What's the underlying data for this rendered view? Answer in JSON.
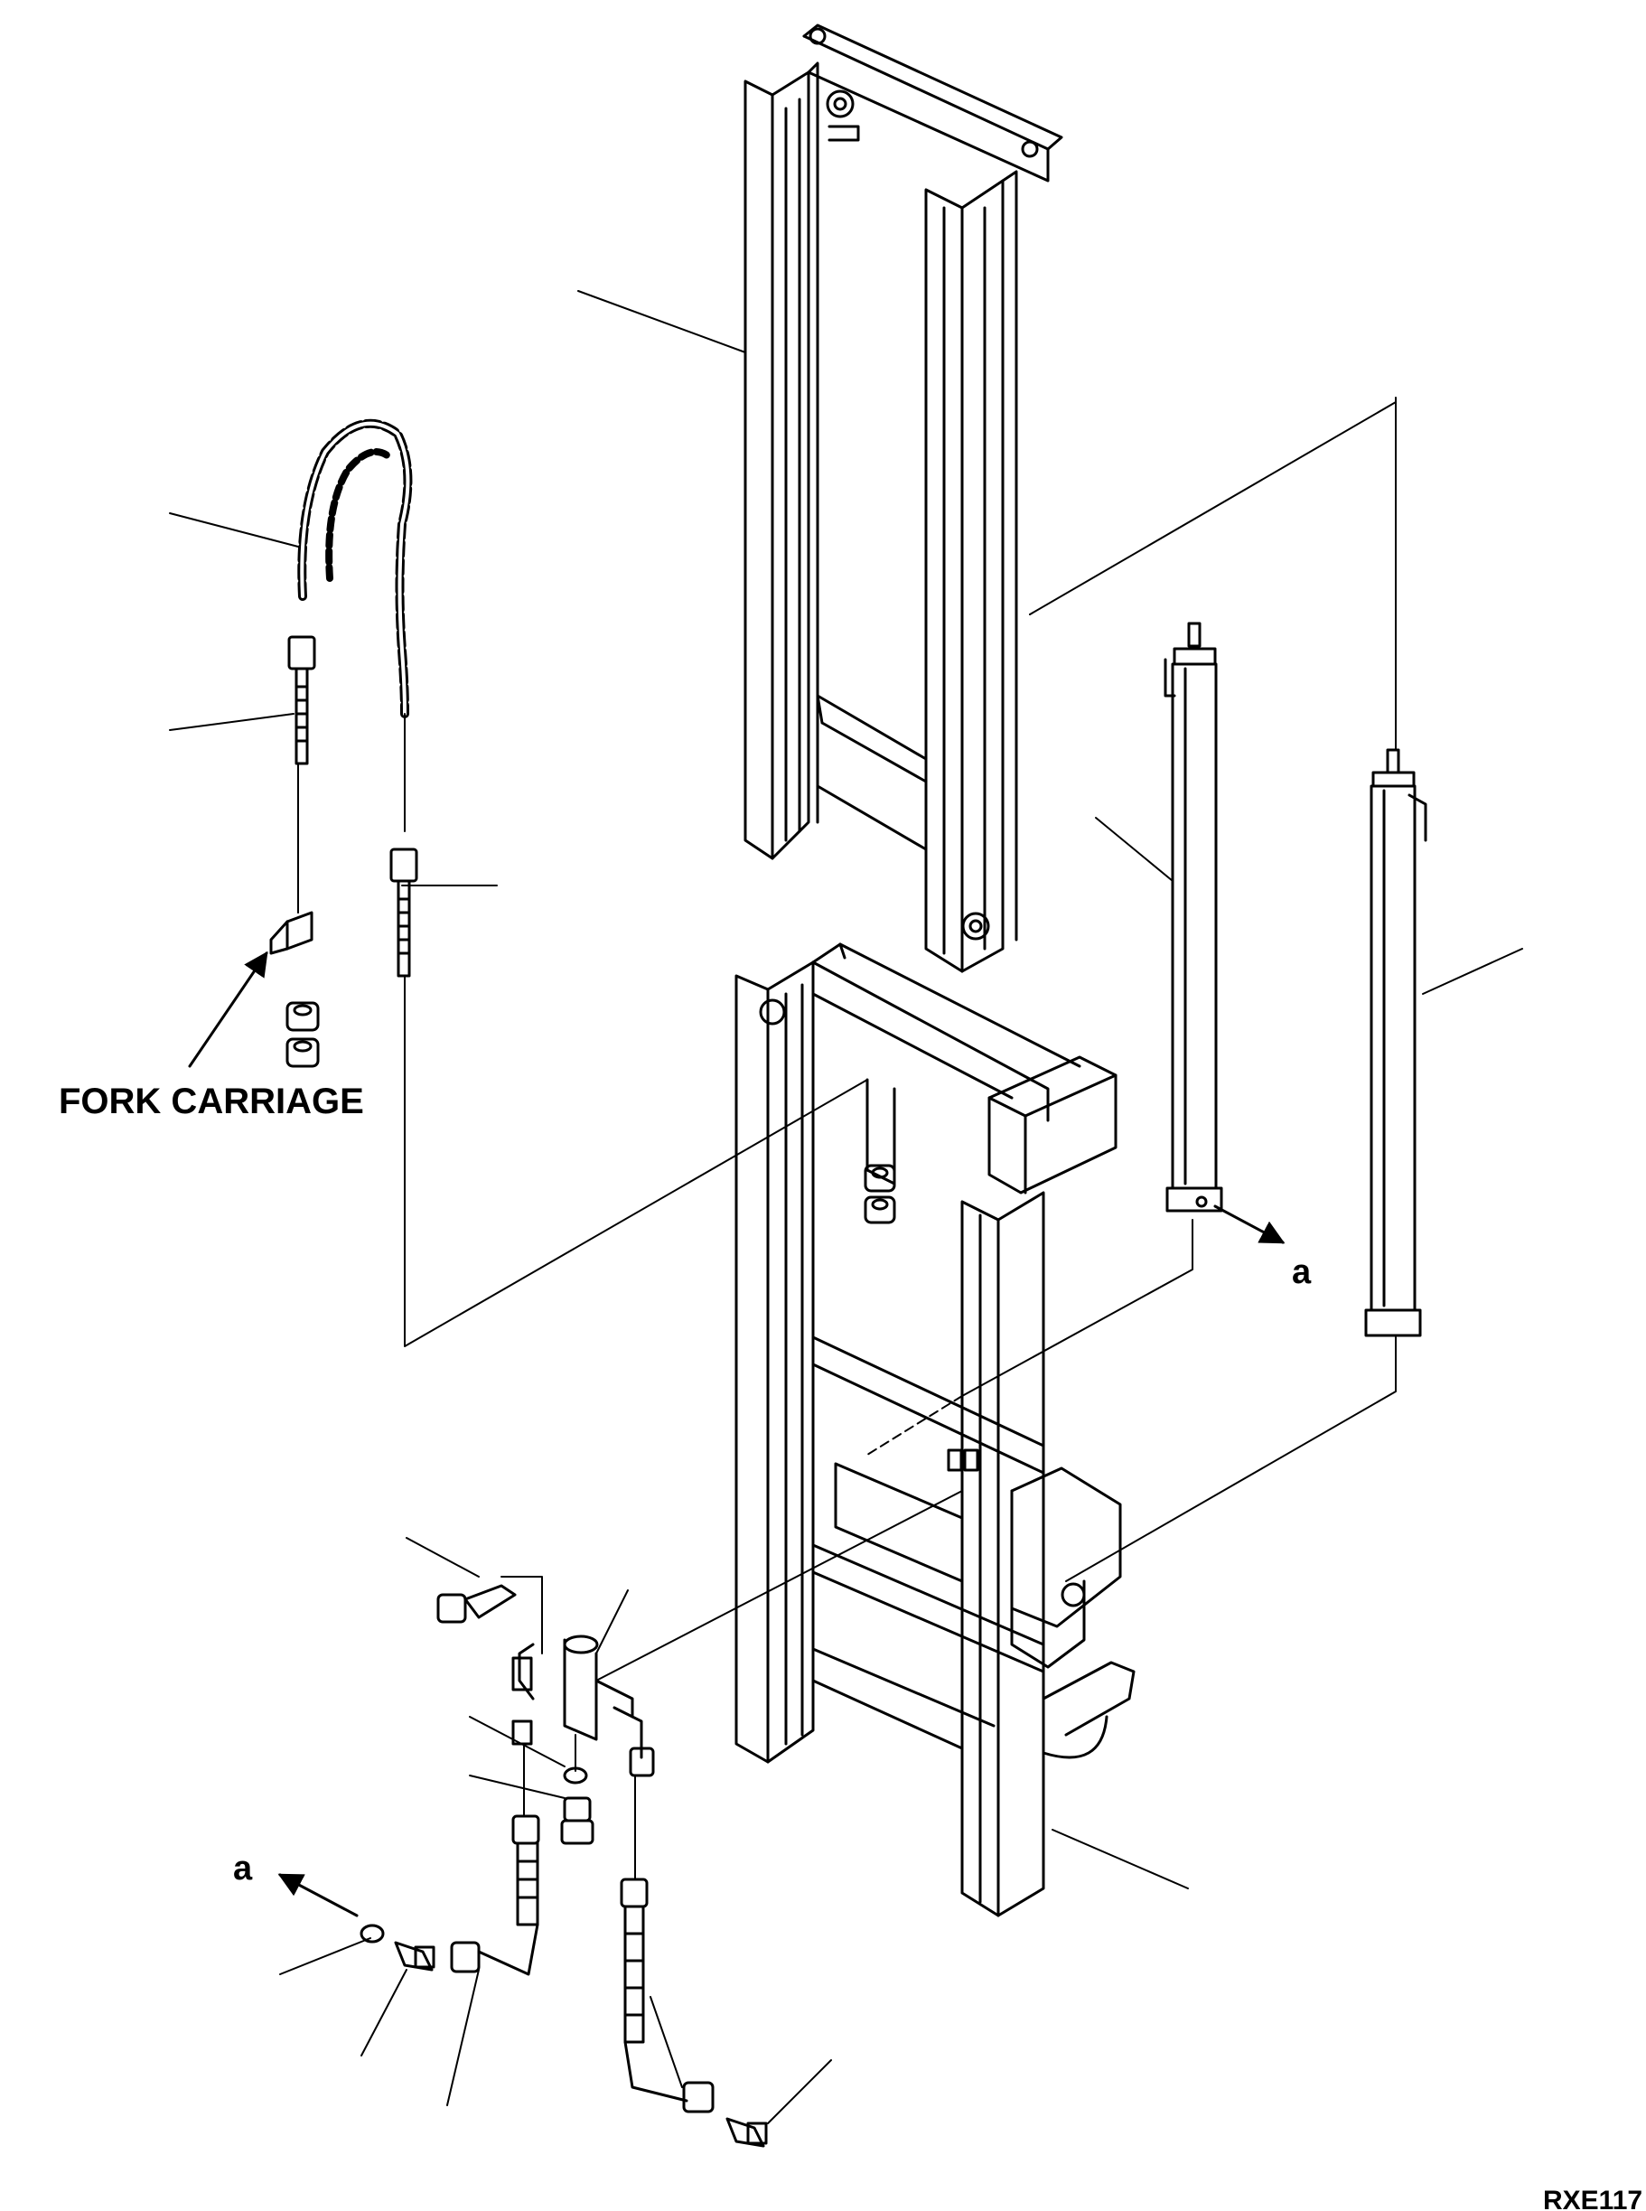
{
  "labels": {
    "fork_carriage": "FORK CARRIAGE",
    "callout_a_right": "a",
    "callout_a_left": "a",
    "drawing_code": "RXE117"
  }
}
